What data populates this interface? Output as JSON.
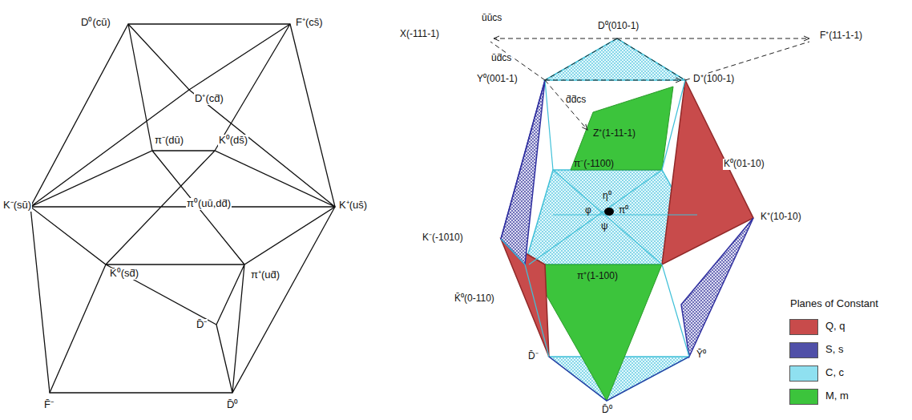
{
  "diagram": {
    "labels": [
      "D⁰(cū)",
      "F⁺(cs̄)",
      "D⁺(cd̄)",
      "π⁻(dū)",
      "K⁰(ds̄)",
      "K⁻(sū)",
      "π⁰(uū,dd̄)",
      "K⁺(us̄)",
      "K̄⁰(sd̄)",
      "π⁺(ud̄)",
      "D̄⁻",
      "F̄⁻",
      "D̄⁰",
      "ūūcs",
      "X(-111-1)",
      "D⁰(010-1)",
      "F⁺(11-1-1)",
      "ūd̄cs",
      "Y⁰(001-1)",
      "D⁺(100-1)",
      "d̄d̄cs",
      "Z⁺(1-11-1)",
      "π⁻(-1100)",
      "K⁰(01-10)",
      "η⁰",
      "φ",
      "π⁰",
      "ψ",
      "K⁻(-1010)",
      "K⁺(10-10)",
      "K̄⁰(0-110)",
      "π⁺(1-100)",
      "D̄⁻",
      "Ȳ⁰",
      "D̄⁰",
      "Planes of Constant"
    ],
    "legend": [
      {
        "text": "Q, q",
        "color": "#c84b4b"
      },
      {
        "text": "S, s",
        "color": "#5050a8"
      },
      {
        "text": "C, c",
        "color": "#8fe0f0"
      },
      {
        "text": "M, m",
        "color": "#3cc43c"
      }
    ]
  }
}
